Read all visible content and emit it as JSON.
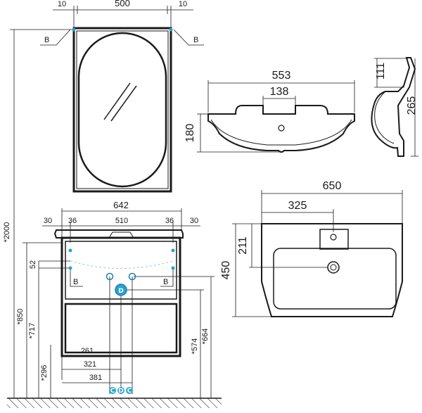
{
  "mirror": {
    "top_dims": [
      "10",
      "500",
      "10"
    ],
    "section_labels": [
      "B",
      "B"
    ]
  },
  "cabinet": {
    "overall_width": "642",
    "top_dims": [
      "30",
      "36",
      "510",
      "36",
      "30"
    ],
    "side_dim": "52",
    "section_labels": [
      "B",
      "B"
    ],
    "heights_left": [
      "*2000",
      "*850",
      "*717",
      "*296"
    ],
    "heights_right": [
      "*664",
      "*574"
    ],
    "bottom_dims": [
      "261",
      "321",
      "381"
    ],
    "markers": [
      {
        "letter": "C",
        "color": "#29a3d1"
      },
      {
        "letter": "D",
        "color": "#29a3d1"
      },
      {
        "letter": "C",
        "color": "#29a3d1"
      }
    ],
    "main_marker": {
      "letter": "D",
      "color": "#29a3d1"
    }
  },
  "basin_front": {
    "width": "553",
    "inner": "138",
    "height": "180"
  },
  "basin_side": {
    "top": "111",
    "height": "265"
  },
  "basin_top": {
    "width": "650",
    "half": "325",
    "depth": "450",
    "tap_offset": "211"
  },
  "colors": {
    "line": "#1a1a1a",
    "accent": "#29a3d1",
    "accent_dark": "#1b7fae"
  }
}
